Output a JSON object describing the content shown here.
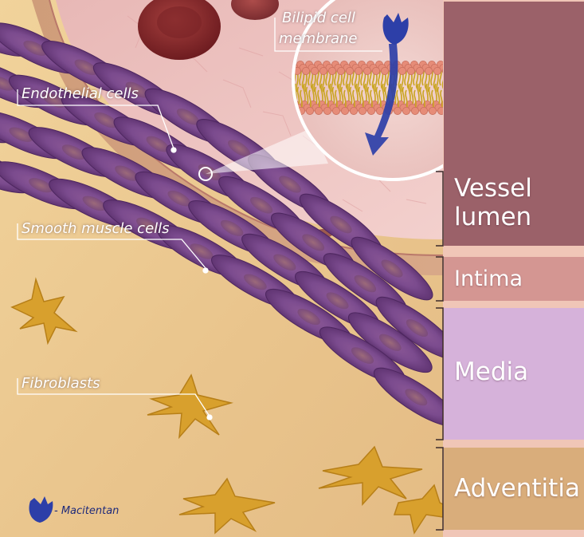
{
  "labels": {
    "endothelial": "Endothelial cells",
    "smooth_muscle": "Smooth muscle cells",
    "fibroblasts": "Fibroblasts",
    "membrane_line1": "Bilipid cell",
    "membrane_line2": "membrane"
  },
  "layers": {
    "vessel_lumen_line1": "Vessel",
    "vessel_lumen_line2": "lumen",
    "intima": "Intima",
    "media": "Media",
    "adventitia": "Adventitia"
  },
  "legend": {
    "text": "- Macitentan",
    "icon": "macitentan-molecule-icon"
  },
  "colors": {
    "vessel_lumen": "#9b6169",
    "intima": "#d49692",
    "media": "#d6b2da",
    "adventitia": "#d9ad7b",
    "drug_blue": "#2d3fa8"
  }
}
